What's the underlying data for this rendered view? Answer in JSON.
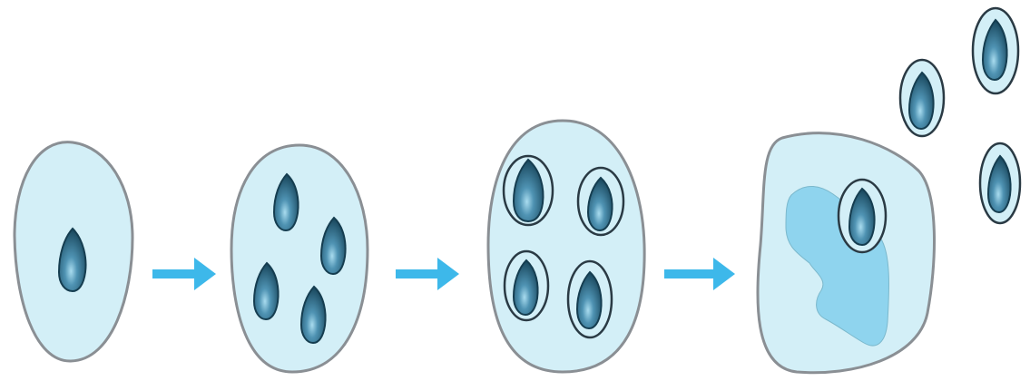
{
  "diagram": {
    "stages": [
      {
        "id": "stage-1",
        "nuclei": 1,
        "walled_spores": 0
      },
      {
        "id": "stage-2",
        "nuclei": 4,
        "walled_spores": 0
      },
      {
        "id": "stage-3",
        "nuclei": 4,
        "walled_spores": 4
      },
      {
        "id": "stage-4",
        "nuclei": 1,
        "walled_spores": 1,
        "released_spores": 3
      }
    ],
    "arrows": 3,
    "colors": {
      "cell_fill": "#d3eff7",
      "cell_stroke": "#8a8f94",
      "nucleus_dark": "#1f4f66",
      "nucleus_light": "#9fd6ea",
      "spore_wall": "#2a3a44",
      "arrow": "#3db8ea",
      "residual_fill": "#8fd4ee"
    }
  }
}
